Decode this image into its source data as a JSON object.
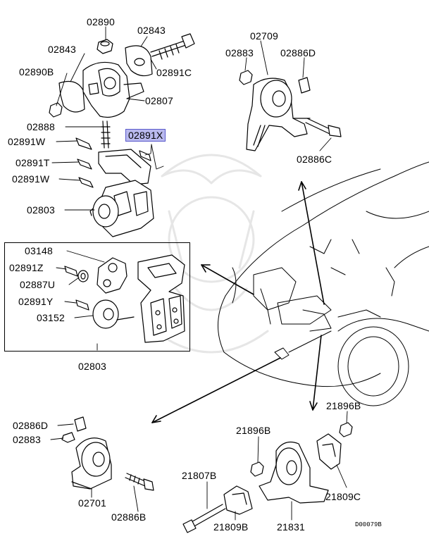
{
  "labels": {
    "p02890": "02890",
    "p02843a": "02843",
    "p02843b": "02843",
    "p02890B": "02890B",
    "p02891C": "02891C",
    "p02807": "02807",
    "p02888": "02888",
    "p02891W_a": "02891W",
    "p02891X": "02891X",
    "p02891T": "02891T",
    "p02891W_b": "02891W",
    "p02803a": "02803",
    "p03148": "03148",
    "p02891Z": "02891Z",
    "p02887U": "02887U",
    "p02891Y": "02891Y",
    "p03152": "03152",
    "p02803b": "02803",
    "p02709": "02709",
    "p02883a": "02883",
    "p02886D_a": "02886D",
    "p02886C": "02886C",
    "p02886D_b": "02886D",
    "p02883b": "02883",
    "p02701": "02701",
    "p02886B": "02886B",
    "p21896B_a": "21896B",
    "p21896B_b": "21896B",
    "p21807B": "21807B",
    "p21809C": "21809C",
    "p21809B": "21809B",
    "p21831": "21831"
  },
  "diagram_code": "D00079B",
  "highlight_color": "#b9b9ee"
}
